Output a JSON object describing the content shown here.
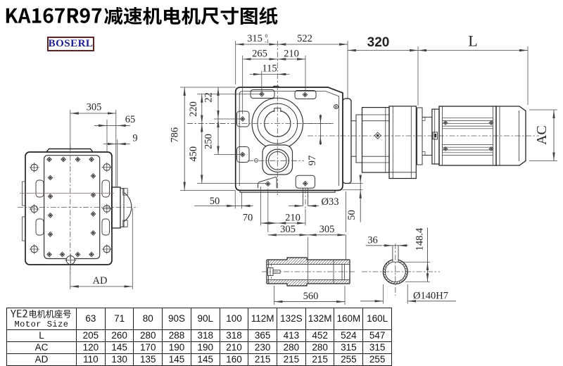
{
  "page": {
    "title": "KA167R97减速机电机尺寸图纸",
    "brand": "BOSERL",
    "background": "#ffffff",
    "title_color": "#000000",
    "brand_text_color": "#1c1c8f",
    "brand_border_color": "#5a2424",
    "line_color": "#3f3f3f"
  },
  "views": {
    "rear_view": {
      "width": "305",
      "flange_offset": "65",
      "rim": "9",
      "base_width": "AD"
    },
    "front_view": {
      "half_width": "315",
      "half_width_tol_upper": "0",
      "half_width_tol_lower": "-1",
      "total_to_motor": "522",
      "bolt_span_left": "265",
      "bolt_span_right": "210",
      "pad_span": "115",
      "total_height": "786",
      "top_to_axis": "220",
      "axis_to_base_bolts": "450",
      "top_edge_to_pad": "22",
      "side_bolt_span": "250",
      "axis_offset": "97",
      "foot_edge": "50",
      "foot_bolt_left": "70",
      "foot_bolt_pitch": "210",
      "mount_hole": "Ø33",
      "base_drop": "50"
    },
    "motor_view": {
      "adapter_length": "320",
      "motor_length": "L",
      "motor_diameter": "AC"
    },
    "shaft_view": {
      "half_length_1": "305",
      "half_length_2": "305",
      "total_length": "560"
    },
    "shaft_end_view": {
      "key_width": "36",
      "key_depth": "148.4",
      "bore": "Ø140H7"
    }
  },
  "table": {
    "header_cn": "YE2电机机座号",
    "header_en": "Motor Size",
    "sizes": [
      "63",
      "71",
      "80",
      "90S",
      "90L",
      "100",
      "112M",
      "132S",
      "132M",
      "160M",
      "160L"
    ],
    "rows": [
      {
        "label": "L",
        "values": [
          "205",
          "260",
          "280",
          "288",
          "318",
          "318",
          "365",
          "413",
          "452",
          "524",
          "547"
        ]
      },
      {
        "label": "AC",
        "values": [
          "120",
          "145",
          "170",
          "190",
          "190",
          "210",
          "230",
          "280",
          "280",
          "315",
          "315"
        ]
      },
      {
        "label": "AD",
        "values": [
          "110",
          "130",
          "135",
          "145",
          "145",
          "160",
          "215",
          "215",
          "215",
          "255",
          "255"
        ]
      }
    ]
  }
}
